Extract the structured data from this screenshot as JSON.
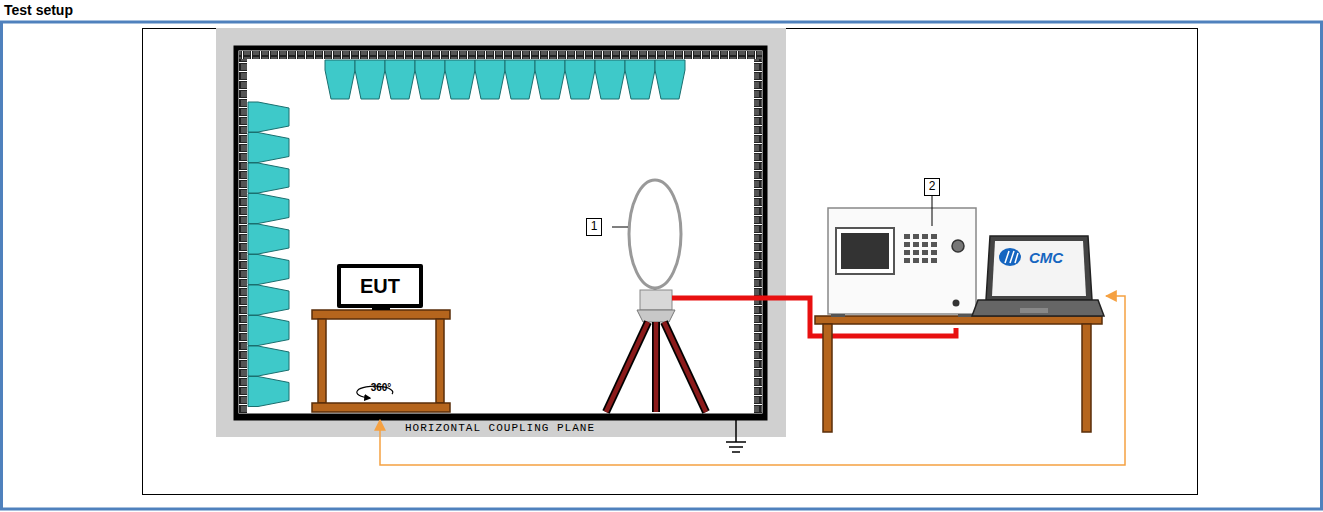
{
  "diagram": {
    "title": "Test setup",
    "nodes": [
      {
        "text": [
          "EUT"
        ]
      }
    ],
    "labels": [
      "1",
      "2",
      "360°",
      "HORIZONTAL COUPLING PLANE",
      "CMC"
    ]
  }
}
